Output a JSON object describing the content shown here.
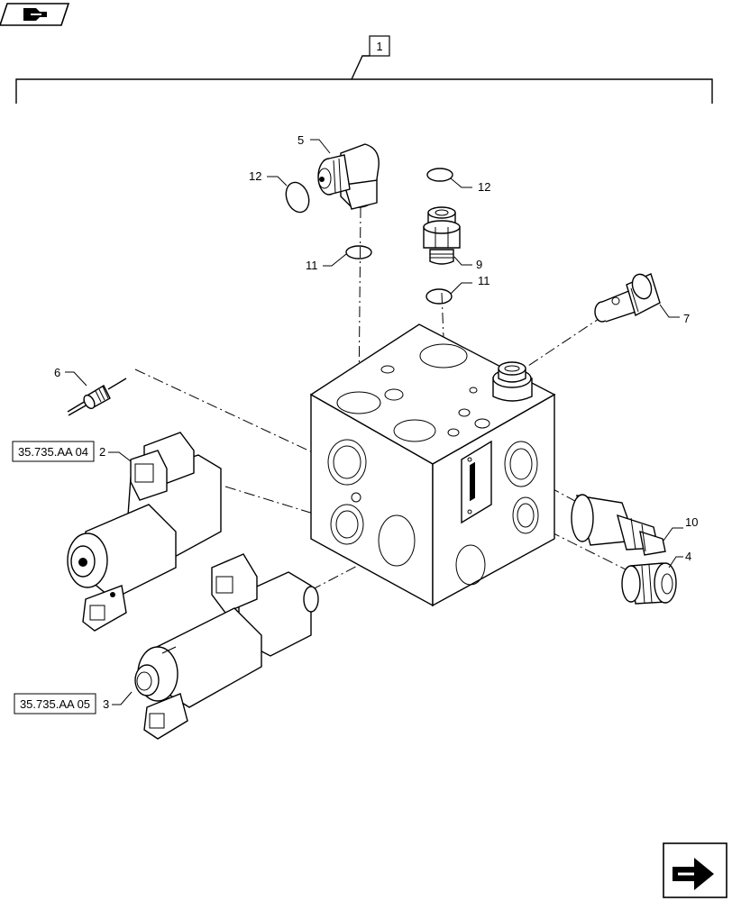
{
  "assembly_label": "1",
  "callouts": {
    "c2": "2",
    "c3": "3",
    "c4": "4",
    "c5": "5",
    "c6": "6",
    "c7": "7",
    "c9": "9",
    "c10": "10",
    "c11a": "11",
    "c11b": "11",
    "c12a": "12",
    "c12b": "12"
  },
  "refs": {
    "ref_top": "35.735.AA 04",
    "ref_bottom": "35.735.AA 05"
  },
  "icons": {
    "top_left": "flag-arrow-icon",
    "bottom_right": "next-page-arrow-icon"
  }
}
